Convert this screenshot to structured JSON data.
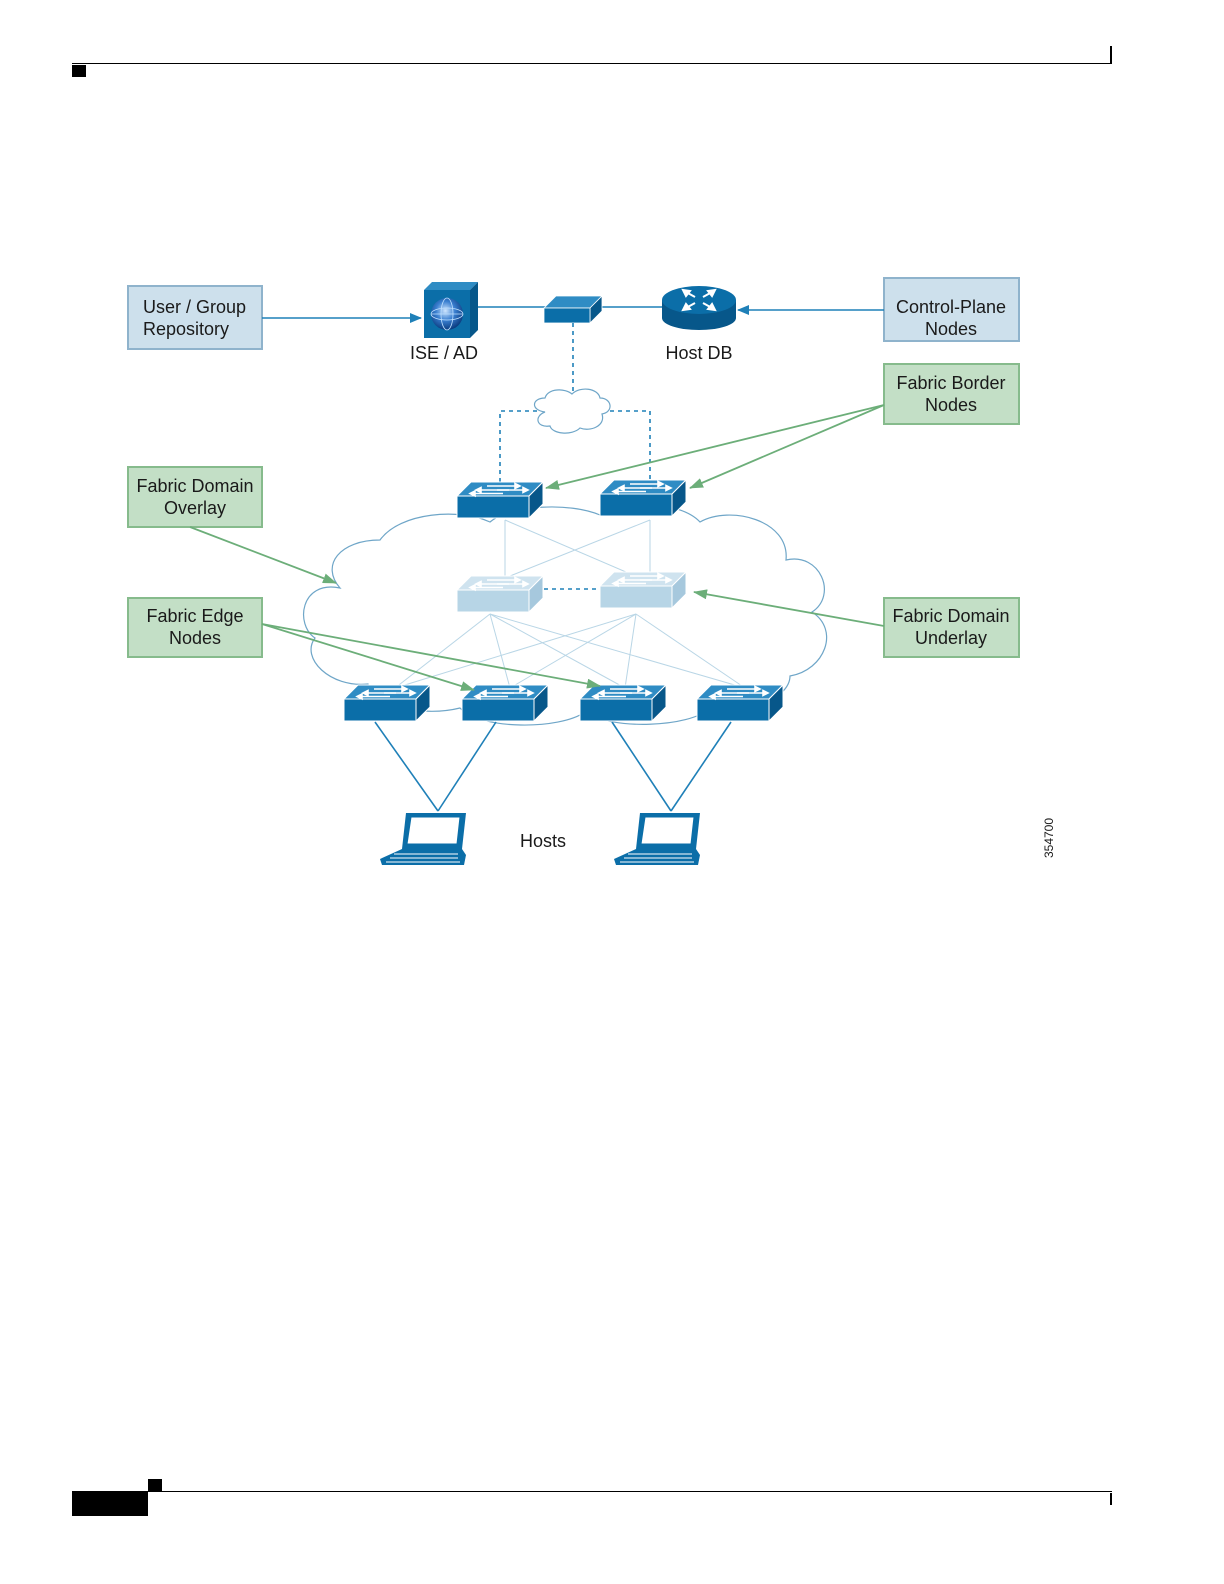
{
  "labels": {
    "user_group_repository": [
      "User / Group",
      "Repository"
    ],
    "control_plane_nodes": [
      "Control-Plane",
      "Nodes"
    ],
    "fabric_border_nodes": [
      "Fabric Border",
      "Nodes"
    ],
    "fabric_domain_overlay": [
      "Fabric Domain",
      "Overlay"
    ],
    "fabric_edge_nodes": [
      "Fabric Edge",
      "Nodes"
    ],
    "fabric_domain_underlay": [
      "Fabric Domain",
      "Underlay"
    ],
    "ise_ad": "ISE / AD",
    "host_db": "Host DB",
    "hosts": "Hosts",
    "figure_id": "354700"
  },
  "colors": {
    "blue_box_fill": "#cde0ec",
    "blue_box_stroke": "#8fb3cc",
    "green_box_fill": "#c3dfc6",
    "green_box_stroke": "#86bb8c",
    "switch_dark": "#0b6ea8",
    "switch_light": "#b7d5e6",
    "link_blue": "#1f80b8",
    "arrow_green": "#6cae79",
    "cloud_stroke": "#6fa6c8"
  }
}
